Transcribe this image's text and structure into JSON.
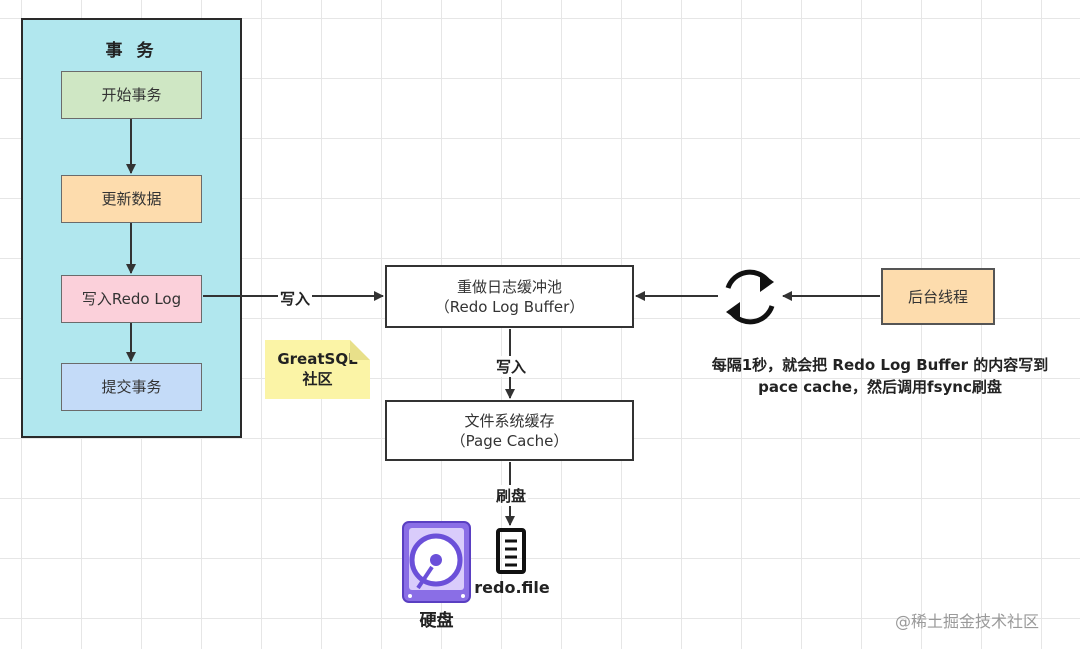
{
  "transaction": {
    "title": "事 务",
    "steps": {
      "start": "开始事务",
      "update": "更新数据",
      "write_redo": "写入Redo Log",
      "commit": "提交事务"
    }
  },
  "edges": {
    "write_to_buffer": "写入",
    "buffer_to_cache": "写入",
    "cache_to_disk": "刷盘"
  },
  "buffer": {
    "title": "重做日志缓冲池",
    "subtitle": "（Redo Log Buffer）"
  },
  "cache": {
    "title": "文件系统缓存",
    "subtitle": "（Page Cache）"
  },
  "background_thread": {
    "label": "后台线程"
  },
  "description": {
    "line1": "每隔1秒，就会把 Redo Log Buffer 的内容写到",
    "line2": "pace cache，然后调用fsync刷盘"
  },
  "note": {
    "line1": "GreatSQL",
    "line2": "社区"
  },
  "disk": {
    "label": "硬盘"
  },
  "file": {
    "label": "redo.file"
  },
  "watermark": "@稀土掘金技术社区",
  "colors": {
    "transaction_bg": "#b1e7ee",
    "step_start": "#cfe7c4",
    "step_update": "#fddcad",
    "step_write": "#fbd0da",
    "step_commit": "#c4dbf8",
    "background_thread": "#fddcad",
    "disk_icon": "#8a6ee6",
    "note_bg": "#fbf4a6"
  }
}
